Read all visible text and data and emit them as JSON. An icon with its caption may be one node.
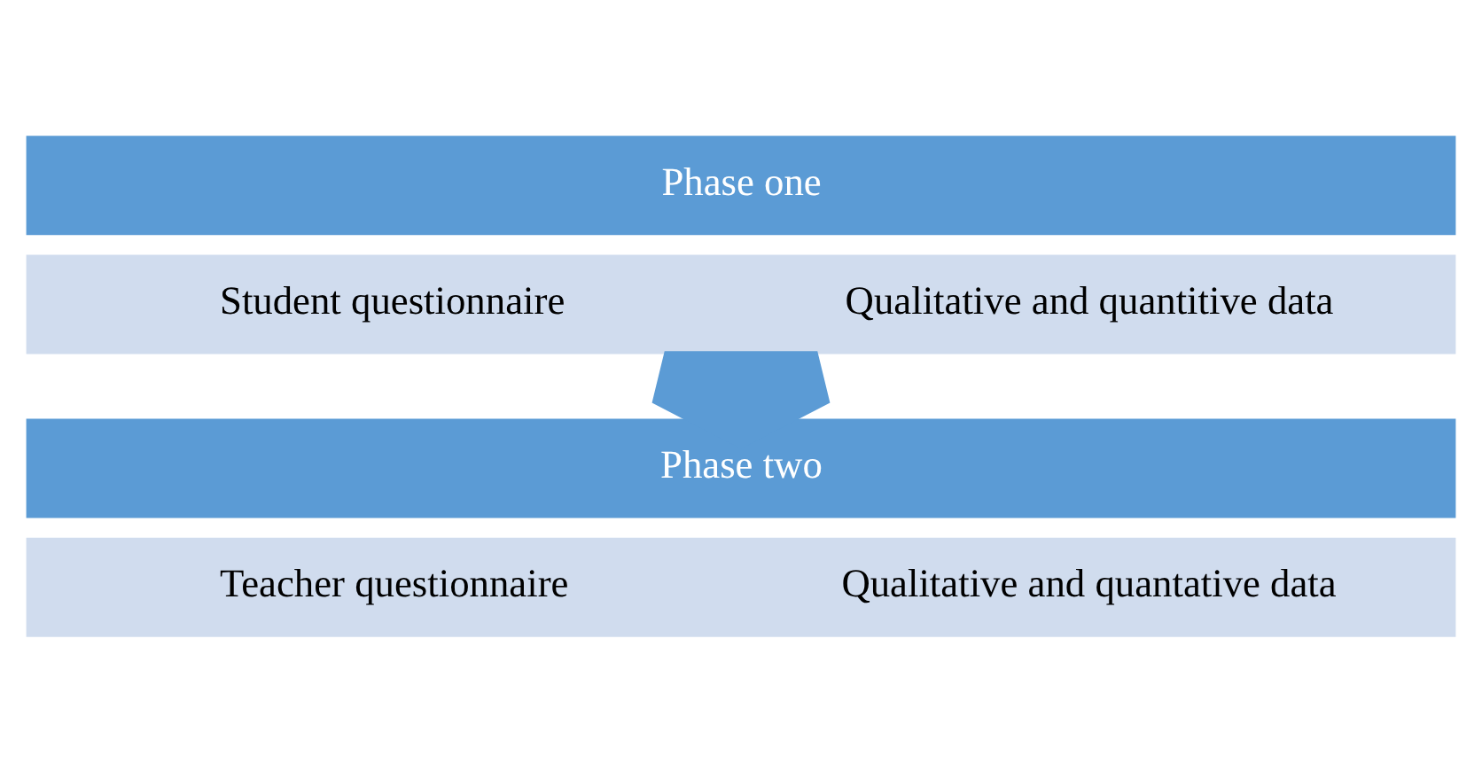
{
  "diagram": {
    "nodes": [
      {
        "text": [
          "Phase one"
        ]
      },
      {
        "text": [
          "Student questionnaire",
          "Qualitative and quantitive data"
        ]
      },
      {
        "text": [
          "Phase two"
        ]
      },
      {
        "text": [
          "Teacher questionnaire",
          "Qualitative and quantative data"
        ]
      }
    ],
    "edges": [
      {
        "from": 1,
        "to": 2,
        "arrow": "to",
        "style": "thick"
      }
    ]
  }
}
